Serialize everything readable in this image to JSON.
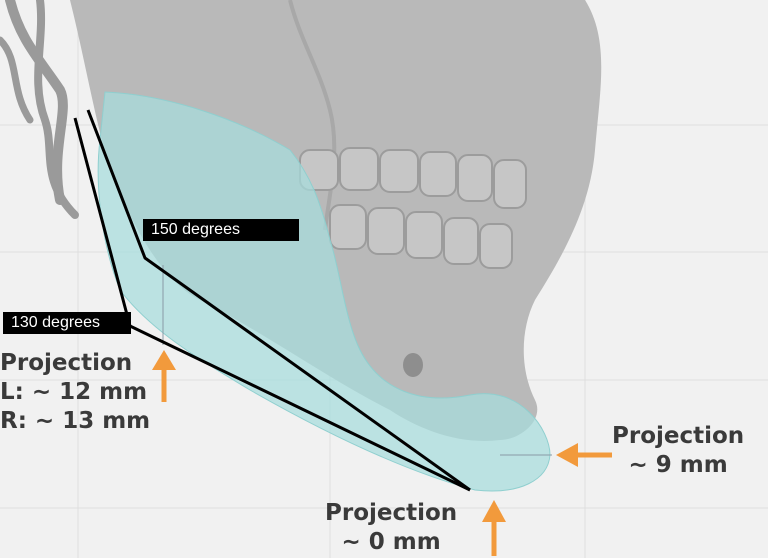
{
  "angle_labels": {
    "upper": "150 degrees",
    "lower": "130 degrees"
  },
  "annotations": {
    "left": {
      "title": "Projection",
      "line1": "L: ~ 12 mm",
      "line2": "R: ~ 13 mm"
    },
    "right": {
      "title": "Projection",
      "line1": "~ 9 mm"
    },
    "bottom": {
      "title": "Projection",
      "line1": "~ 0 mm"
    }
  },
  "colors": {
    "background": "#f1f1f1",
    "bone": "#b9b9b9",
    "implant": "#a6dcdc",
    "arrow": "#f29a3c",
    "outline": "#000000"
  }
}
